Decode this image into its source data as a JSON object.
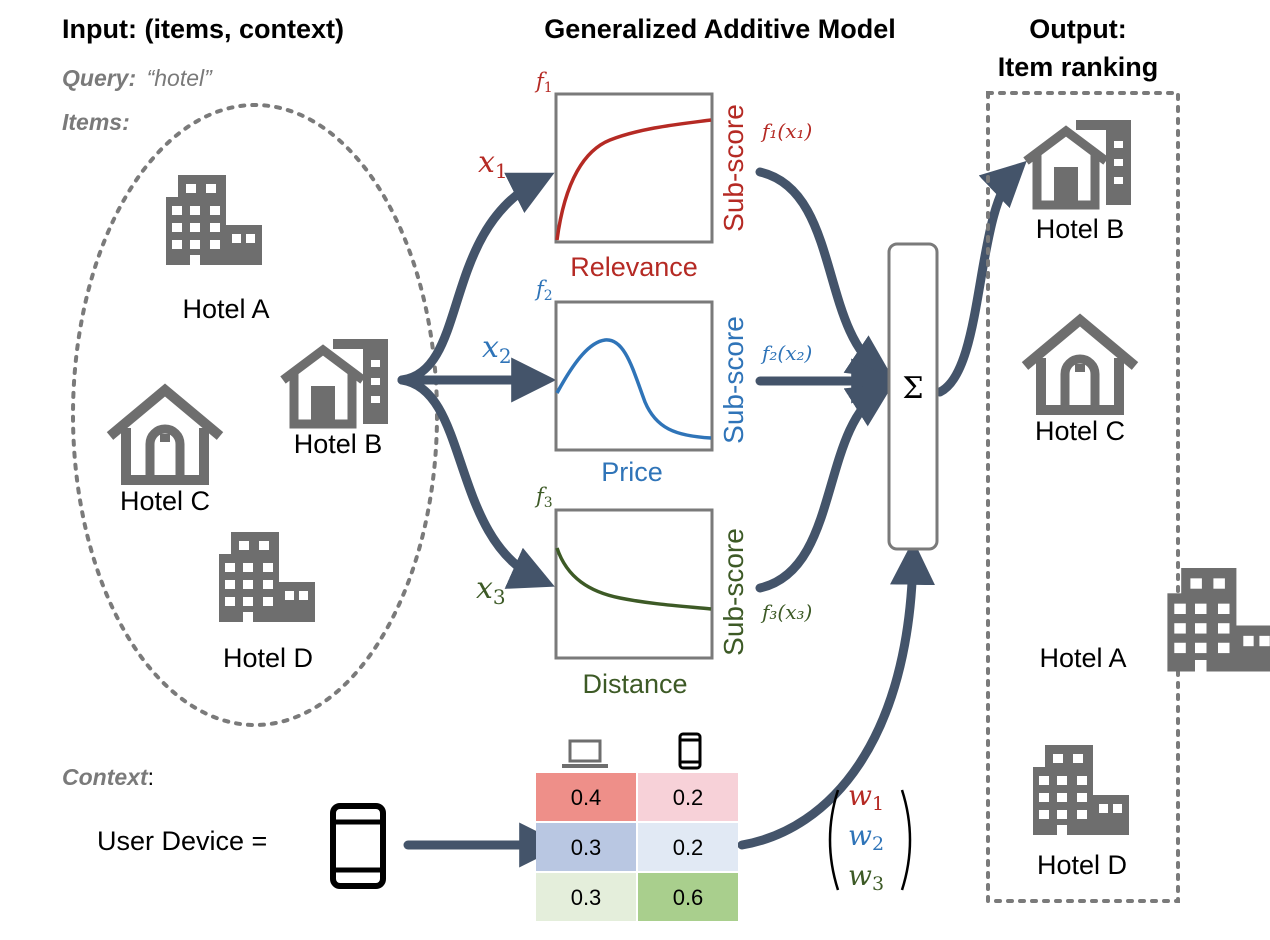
{
  "titles": {
    "input": "Input: (items, context)",
    "model": "Generalized Additive Model",
    "output_line1": "Output:",
    "output_line2": "Item ranking"
  },
  "query": {
    "label": "Query:",
    "value": "“hotel”"
  },
  "items_label": "Items:",
  "input_hotels": [
    "Hotel A",
    "Hotel B",
    "Hotel C",
    "Hotel D"
  ],
  "context": {
    "label": "Context",
    "colon": ":",
    "device_text": "User Device ="
  },
  "features": [
    {
      "x_var": "x",
      "x_sub": "1",
      "f_var": "f",
      "f_sub": "1",
      "axis_label": "Relevance",
      "y_label": "Sub-score",
      "out_text": "f₁(x₁)",
      "color": "#b52a24"
    },
    {
      "x_var": "x",
      "x_sub": "2",
      "f_var": "f",
      "f_sub": "2",
      "axis_label": "Price",
      "y_label": "Sub-score",
      "out_text": "f₂(x₂)",
      "color": "#2f74b8"
    },
    {
      "x_var": "x",
      "x_sub": "3",
      "f_var": "f",
      "f_sub": "3",
      "axis_label": "Distance",
      "y_label": "Sub-score",
      "out_text": "f₃(x₃)",
      "color": "#3d5a26"
    }
  ],
  "sum_symbol": "Σ",
  "weight_table": {
    "columns": [
      "laptop-icon",
      "phone-icon"
    ],
    "rows": [
      {
        "values": [
          "0.4",
          "0.2"
        ],
        "colors": [
          "#ee8f89",
          "#f7d1d8"
        ]
      },
      {
        "values": [
          "0.3",
          "0.2"
        ],
        "colors": [
          "#b9c7e2",
          "#e1e9f4"
        ]
      },
      {
        "values": [
          "0.3",
          "0.6"
        ],
        "colors": [
          "#e4eedb",
          "#a9cf8d"
        ]
      }
    ]
  },
  "weights": [
    {
      "var": "w",
      "sub": "1",
      "color": "#b52a24"
    },
    {
      "var": "w",
      "sub": "2",
      "color": "#2f74b8"
    },
    {
      "var": "w",
      "sub": "3",
      "color": "#3d5a26"
    }
  ],
  "output_ranking": [
    "Hotel B",
    "Hotel C",
    "Hotel A",
    "Hotel D"
  ],
  "colors": {
    "arrow": "#44546a",
    "icon": "#6e6e6e",
    "frame": "#7a7a7a"
  }
}
